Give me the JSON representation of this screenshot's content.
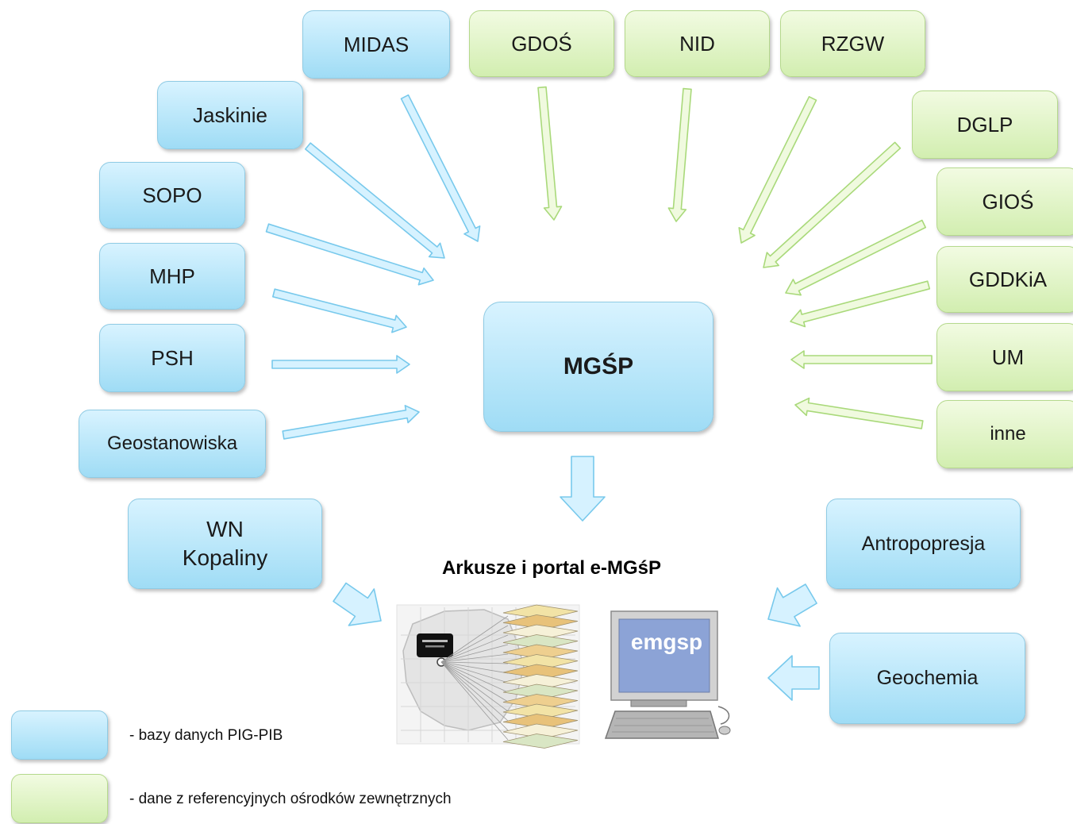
{
  "center_node": {
    "label": "MGŚP"
  },
  "blue_sources": [
    {
      "id": "midas",
      "label": "MIDAS"
    },
    {
      "id": "jaskinie",
      "label": "Jaskinie"
    },
    {
      "id": "sopo",
      "label": "SOPO"
    },
    {
      "id": "mhp",
      "label": "MHP"
    },
    {
      "id": "psh",
      "label": "PSH"
    },
    {
      "id": "geostanowiska",
      "label": "Geostanowiska"
    }
  ],
  "green_sources": [
    {
      "id": "gdos",
      "label": "GDOŚ"
    },
    {
      "id": "nid",
      "label": "NID"
    },
    {
      "id": "rzgw",
      "label": "RZGW"
    },
    {
      "id": "dglp",
      "label": "DGLP"
    },
    {
      "id": "gios",
      "label": "GIOŚ"
    },
    {
      "id": "gddkia",
      "label": "GDDKiA"
    },
    {
      "id": "um",
      "label": "UM"
    },
    {
      "id": "inne",
      "label": "inne"
    }
  ],
  "output_inputs": [
    {
      "id": "wn",
      "lines": [
        "WN",
        "Kopaliny"
      ]
    },
    {
      "id": "antropopresja",
      "label": "Antropopresja"
    },
    {
      "id": "geochemia",
      "label": "Geochemia"
    }
  ],
  "output": {
    "title": "Arkusze i portal  e-MGśP",
    "screen_text": "emgsp"
  },
  "legend": [
    {
      "color": "blue",
      "text": "- bazy danych PIG-PIB"
    },
    {
      "color": "green",
      "text": "- dane z referencyjnych ośrodków  zewnętrznych"
    }
  ],
  "colors": {
    "blue_fill": "#bde9fb",
    "blue_border": "#8fcbe4",
    "green_fill": "#e2f5c9",
    "green_border": "#b5d98c",
    "screen": "#8ca3d6"
  }
}
